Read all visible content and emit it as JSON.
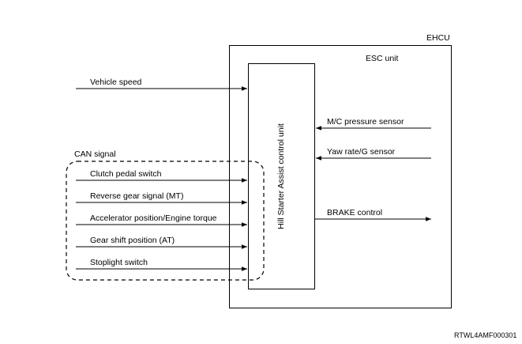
{
  "labels": {
    "ehcu": "EHCU",
    "esc_unit": "ESC unit",
    "control_unit": "Hill Starter Assist control unit",
    "can_signal": "CAN signal",
    "figure_code": "RTWL4AMF000301"
  },
  "inputs": {
    "vehicle_speed": "Vehicle speed",
    "can": [
      "Clutch pedal switch",
      "Reverse gear signal (MT)",
      "Accelerator position/Engine torque",
      "Gear shift position (AT)",
      "Stoplight switch"
    ],
    "right": [
      "M/C pressure sensor",
      "Yaw rate/G sensor"
    ]
  },
  "outputs": {
    "brake": "BRAKE control"
  }
}
